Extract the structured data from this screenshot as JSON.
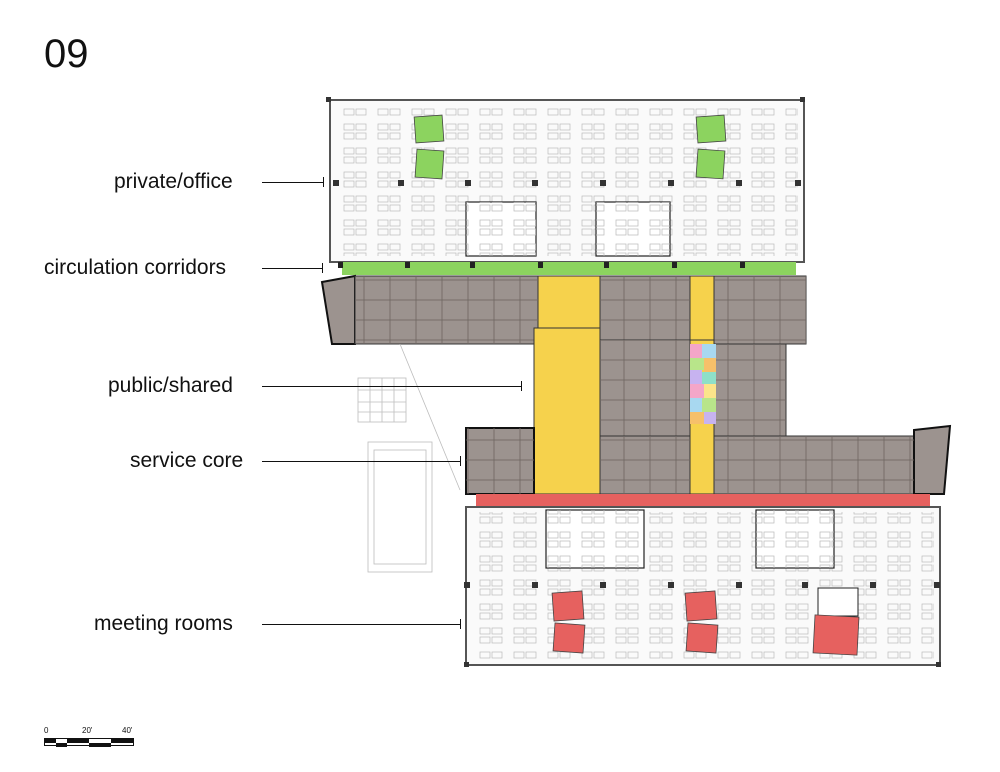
{
  "page_number": "09",
  "labels": [
    {
      "id": "private-office",
      "text": "private/office"
    },
    {
      "id": "circulation-corridors",
      "text": "circulation corridors"
    },
    {
      "id": "public-shared",
      "text": "public/shared"
    },
    {
      "id": "service-core",
      "text": "service core"
    },
    {
      "id": "meeting-rooms",
      "text": "meeting rooms"
    }
  ],
  "zone_colors": {
    "private_office": "#ffffff",
    "circulation_corridors": "#8cd35f",
    "public_shared": "#f6d24c",
    "service_core": "#9c938f",
    "meeting_rooms": "#e6615f",
    "lower_corridor": "#e6615f"
  },
  "scale_bar": {
    "ticks": [
      "0",
      "20'",
      "40'"
    ]
  }
}
